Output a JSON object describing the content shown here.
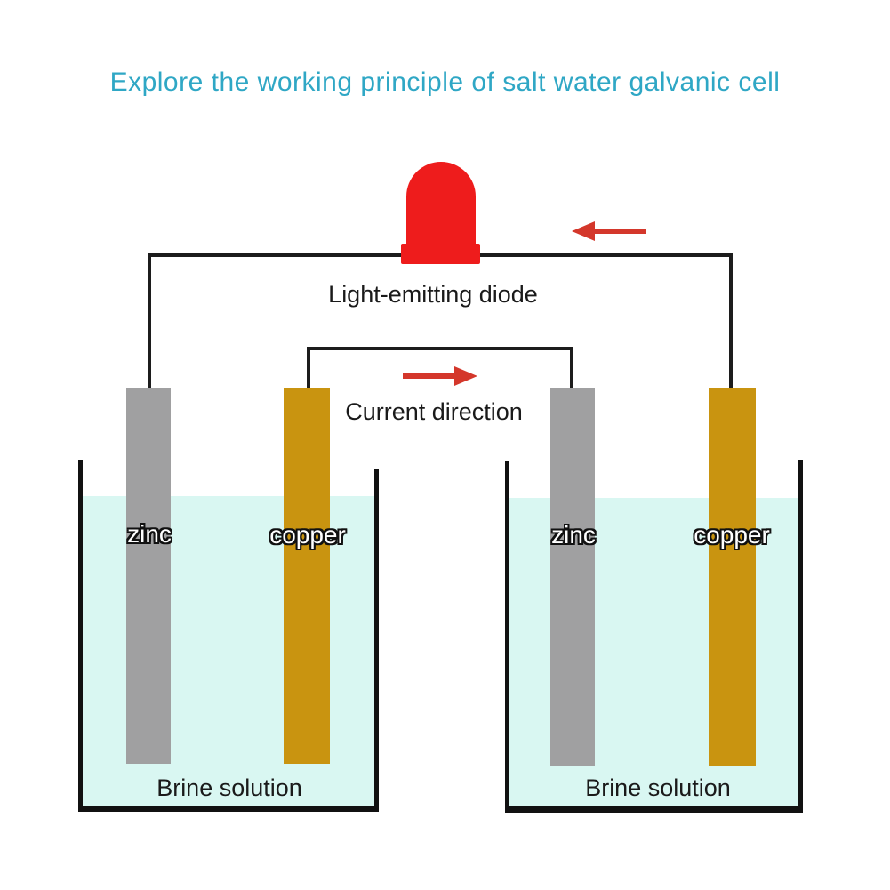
{
  "title": "Explore the working principle of salt water galvanic cell",
  "diagram": {
    "led_label": "Light-emitting diode",
    "current_label": "Current direction"
  },
  "beakers": {
    "left": {
      "zinc_label": "zinc",
      "copper_label": "copper",
      "solution_label": "Brine solution"
    },
    "right": {
      "zinc_label": "zinc",
      "copper_label": "copper",
      "solution_label": "Brine solution"
    }
  },
  "colors": {
    "title": "#2fa7c5",
    "wire": "#1c1c1c",
    "led": "#ee1c1c",
    "arrow": "#d4372b",
    "zinc": "#a0a0a1",
    "copper": "#c99410",
    "water": "#d9f7f2",
    "beaker": "#111111",
    "text": "#1a1a1a",
    "background": "#ffffff"
  }
}
